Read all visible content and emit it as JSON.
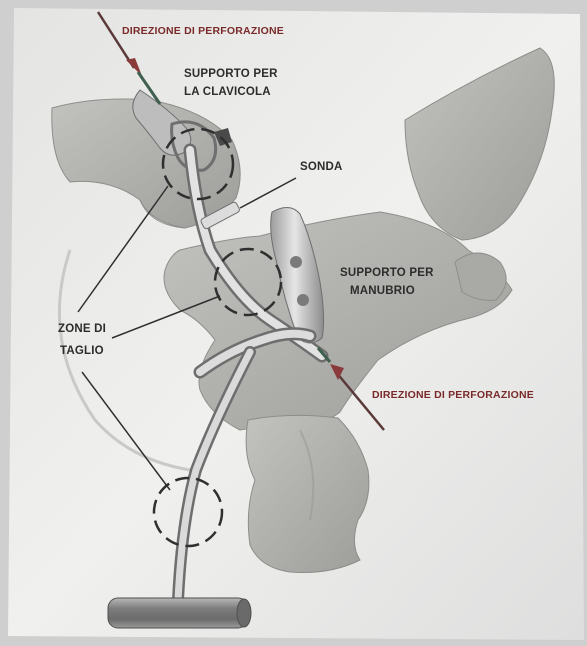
{
  "labels": {
    "drill_direction_top": "DIREZIONE DI PERFORAZIONE",
    "clavicle_support_line1": "SUPPORTO PER",
    "clavicle_support_line2": "LA CLAVICOLA",
    "probe": "SONDA",
    "manubrium_support_line1": "SUPPORTO PER",
    "manubrium_support_line2": "MANUBRIO",
    "cut_zones_line1": "ZONE DI",
    "cut_zones_line2": "TAGLIO",
    "drill_direction_right": "DIREZIONE DI PERFORAZIONE"
  },
  "colors": {
    "background": "#cfcfcf",
    "paper": "#eeeeec",
    "bone": "#b3b3b0",
    "bone_shadow": "#8d8d8a",
    "guide_metal": "#c7c7c7",
    "handle": "#8a8a8a",
    "arrow_red": "#8a3a3a",
    "label_dark": "#2c2c2c",
    "label_red": "#7a2a2a"
  }
}
